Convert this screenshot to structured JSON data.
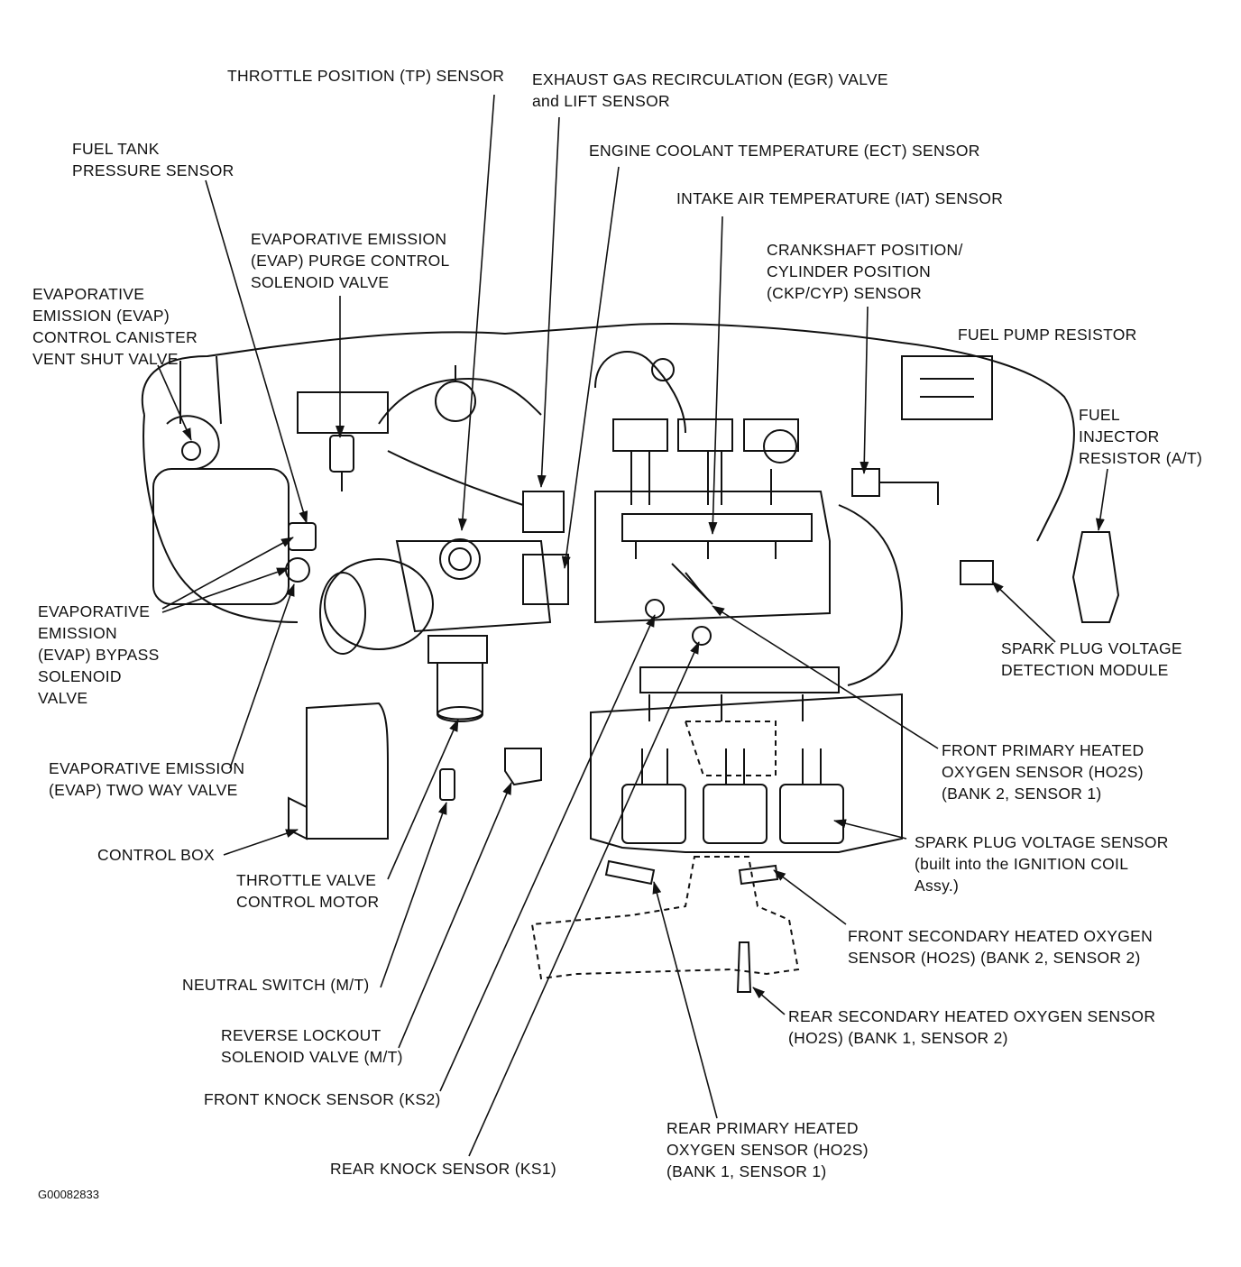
{
  "figure_id": "G00082833",
  "labels": {
    "tp_sensor": "THROTTLE POSITION (TP) SENSOR",
    "egr_valve": "EXHAUST GAS RECIRCULATION (EGR) VALVE\nand LIFT SENSOR",
    "fuel_tank_pressure": "FUEL TANK\nPRESSURE SENSOR",
    "ect_sensor": "ENGINE COOLANT TEMPERATURE (ECT) SENSOR",
    "iat_sensor": "INTAKE AIR TEMPERATURE (IAT) SENSOR",
    "evap_purge": "EVAPORATIVE EMISSION\n(EVAP) PURGE CONTROL\nSOLENOID VALVE",
    "ckp_cyp": "CRANKSHAFT POSITION/\nCYLINDER POSITION\n(CKP/CYP) SENSOR",
    "evap_vent": "EVAPORATIVE\nEMISSION (EVAP)\nCONTROL CANISTER\nVENT SHUT VALVE",
    "fuel_pump_resistor": "FUEL PUMP RESISTOR",
    "fuel_injector_resistor": "FUEL\nINJECTOR\nRESISTOR (A/T)",
    "evap_bypass": "EVAPORATIVE\nEMISSION\n(EVAP) BYPASS\nSOLENOID\nVALVE",
    "spark_plug_module": "SPARK PLUG VOLTAGE\nDETECTION MODULE",
    "front_primary_ho2s": "FRONT PRIMARY HEATED\nOXYGEN SENSOR (HO2S)\n(BANK 2, SENSOR 1)",
    "evap_two_way": "EVAPORATIVE EMISSION\n(EVAP) TWO WAY VALVE",
    "spark_plug_sensor": "SPARK PLUG VOLTAGE SENSOR\n(built into the IGNITION COIL\nAssy.)",
    "control_box": "CONTROL BOX",
    "throttle_motor": "THROTTLE VALVE\nCONTROL MOTOR",
    "front_secondary_ho2s": "FRONT SECONDARY HEATED OXYGEN\nSENSOR (HO2S) (BANK 2, SENSOR 2)",
    "neutral_switch": "NEUTRAL SWITCH (M/T)",
    "rear_secondary_ho2s": "REAR SECONDARY HEATED OXYGEN SENSOR\n(HO2S) (BANK 1, SENSOR 2)",
    "reverse_lockout": "REVERSE LOCKOUT\nSOLENOID VALVE (M/T)",
    "front_knock": "FRONT KNOCK SENSOR (KS2)",
    "rear_primary_ho2s": "REAR PRIMARY HEATED\nOXYGEN SENSOR (HO2S)\n(BANK 1, SENSOR 1)",
    "rear_knock": "REAR KNOCK SENSOR (KS1)"
  }
}
